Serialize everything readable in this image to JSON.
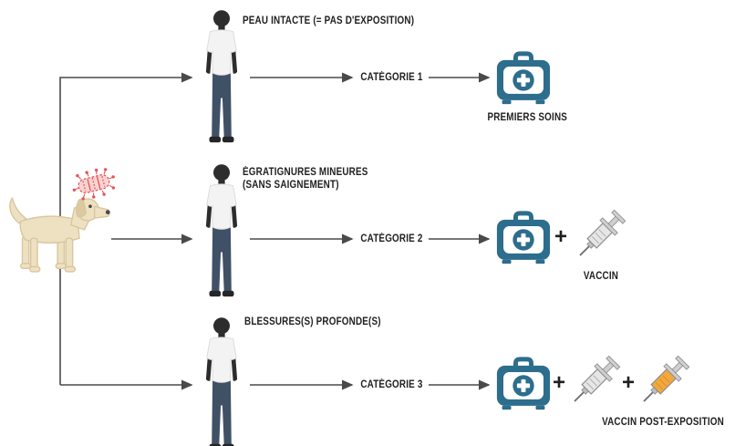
{
  "rows": [
    {
      "exposure_line1": "PEAU INTACTE (= PAS D'EXPOSITION)",
      "exposure_line2": "",
      "category": "CATÉGORIE 1",
      "result_label": "PREMIERS SOINS"
    },
    {
      "exposure_line1": "ÉGRATIGNURES  MINEURES",
      "exposure_line2": "(SANS SAIGNEMENT)",
      "category": "CATÉGORIE 2",
      "result_label": "VACCIN"
    },
    {
      "exposure_line1": "BLESSURES(S) PROFONDE(S)",
      "exposure_line2": "",
      "category": "CATÉGORIE 3",
      "result_label": "VACCIN POST-EXPOSITION"
    }
  ],
  "plus_sign": "+",
  "icons": {
    "source_animal": "dog-icon",
    "pathogen": "rabies-virus-icon",
    "exposed_subject": "person-icon",
    "treatment_kit": "first-aid-kit-icon",
    "vaccine": "syringe-icon",
    "vaccine_post_exposure": "syringe-orange-icon"
  },
  "colors": {
    "kit_teal": "#2d6d8d",
    "arrow_grey": "#4a4a4a",
    "virus_red": "#e25555",
    "syringe_orange": "#f3a73d",
    "dog_beige": "#eee1c1",
    "text": "#1f1f1f"
  }
}
